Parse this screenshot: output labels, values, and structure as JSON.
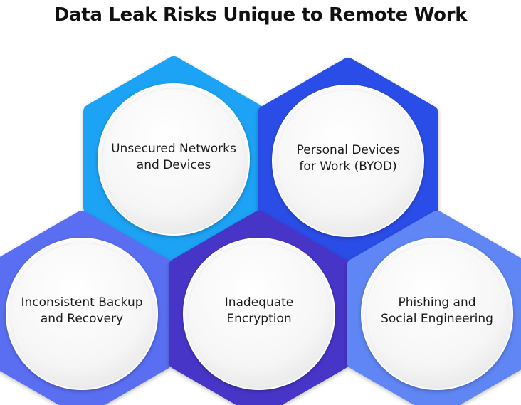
{
  "title": "Data Leak Risks Unique to Remote Work",
  "nodes": [
    {
      "id": "unsecured-networks",
      "line1": "Unsecured Networks",
      "line2": "and Devices",
      "color": "#1aa3f5"
    },
    {
      "id": "personal-devices",
      "line1": "Personal Devices",
      "line2": "for Work (BYOD)",
      "color": "#2a4ee8"
    },
    {
      "id": "inconsistent-backup",
      "line1": "Inconsistent Backup",
      "line2": "and Recovery",
      "color": "#5a6ef2"
    },
    {
      "id": "inadequate-encryption",
      "line1": "Inadequate",
      "line2": "Encryption",
      "color": "#4634c8"
    },
    {
      "id": "phishing",
      "line1": "Phishing and",
      "line2": "Social Engineering",
      "color": "#5f86f4"
    }
  ]
}
